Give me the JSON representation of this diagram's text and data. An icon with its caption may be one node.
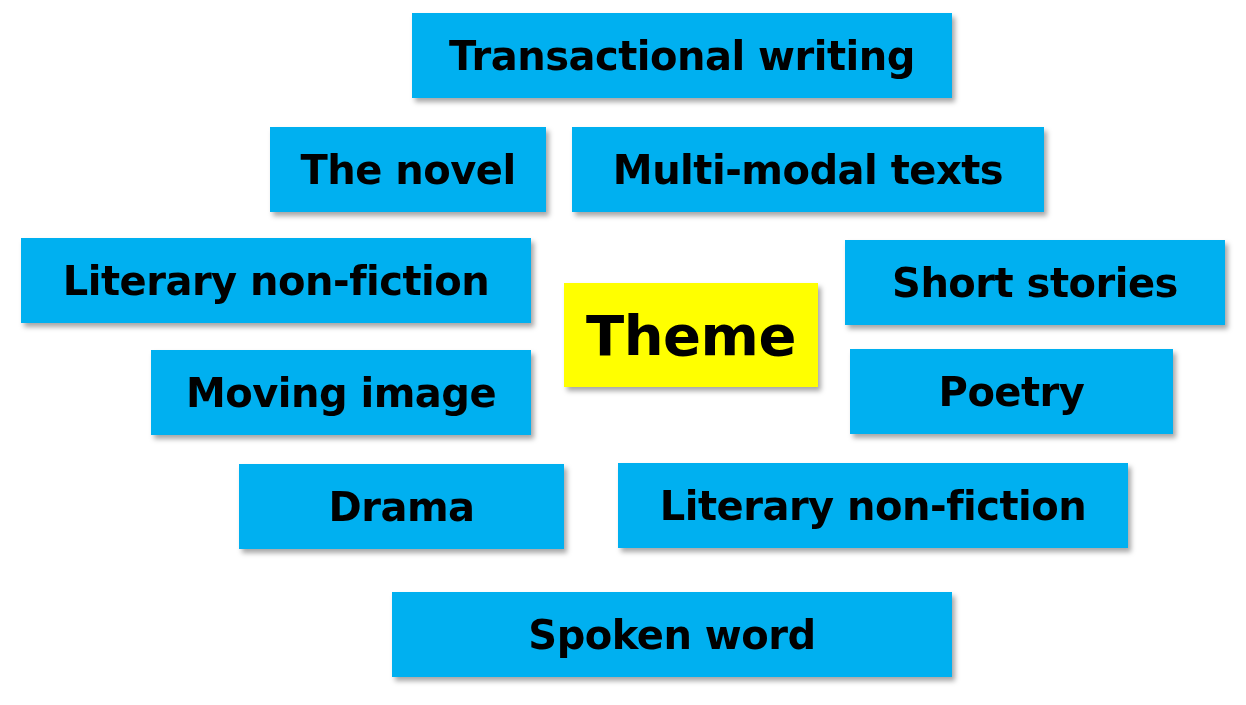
{
  "diagram": {
    "nodes": [
      {
        "text": [
          "Transactional writing"
        ]
      },
      {
        "text": [
          "The novel"
        ]
      },
      {
        "text": [
          "Multi-modal texts"
        ]
      },
      {
        "text": [
          "Literary non-fiction"
        ]
      },
      {
        "text": [
          "Short stories"
        ]
      },
      {
        "text": [
          "Theme"
        ]
      },
      {
        "text": [
          "Moving image"
        ]
      },
      {
        "text": [
          "Poetry"
        ]
      },
      {
        "text": [
          "Drama"
        ]
      },
      {
        "text": [
          "Literary non-fiction"
        ]
      },
      {
        "text": [
          "Spoken word"
        ]
      }
    ]
  }
}
